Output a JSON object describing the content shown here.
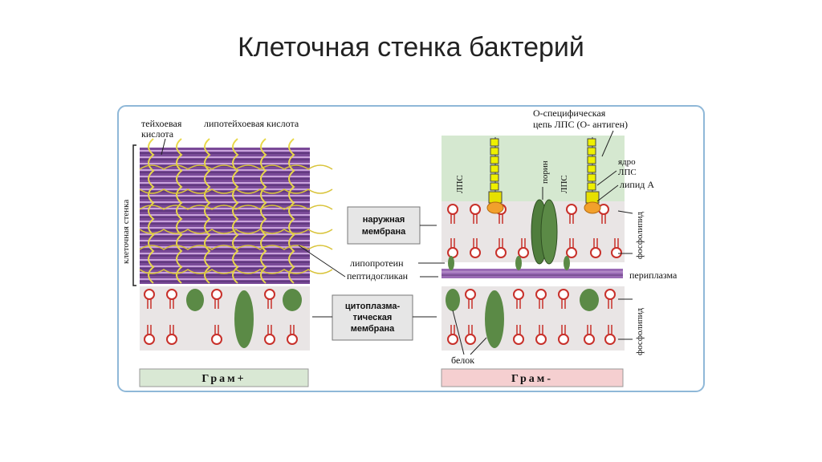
{
  "slide": {
    "title": "Клеточная стенка бактерий"
  },
  "diagram": {
    "gram_pos": {
      "label": "Грам+",
      "teichoic_acid": [
        "тейхоевая",
        "кислота"
      ],
      "lipoteichoic_acid": "липотейхоевая кислота",
      "cell_wall": "клеточная стенка"
    },
    "gram_neg": {
      "label": "Грам-",
      "o_specific_chain": [
        "О-специфическая",
        "цепь ЛПС (О- антиген)"
      ],
      "lps_core": [
        "ядро",
        "ЛПС"
      ],
      "lipid_a": "липид А",
      "porin": "порин",
      "lps_left": "ЛПС",
      "lps_right": "ЛПС",
      "phospholipid_top": "фосфолипид",
      "phospholipid_bottom": "фосфолипид",
      "periplasm": "периплазма",
      "protein": "белок"
    },
    "center": {
      "outer_membrane": [
        "наружная",
        "мембрана"
      ],
      "lipoprotein": "липопротеин",
      "peptidoglycan": "пептидогликан",
      "cytoplasmic_membrane": [
        "цитоплазма-",
        "тическая",
        "мембрана"
      ]
    },
    "colors": {
      "frame": "#8fb8d8",
      "gram_pos_bg": "#d9e8d4",
      "gram_neg_bg": "#f5cfd0",
      "green_bg": "#d5e8d0",
      "membrane_bg": "#e8e4e4",
      "peptidoglycan": "#8a55a8",
      "protein": "#5b8a46",
      "lipid_head": "#c8302a",
      "lps_block": "#eef000"
    }
  }
}
